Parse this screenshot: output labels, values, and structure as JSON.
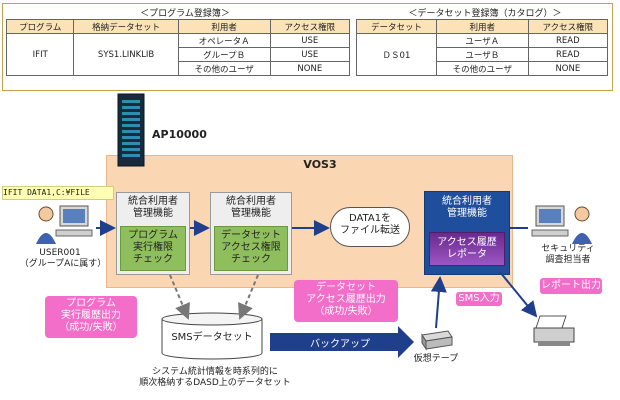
{
  "program_registry": {
    "caption": "＜プログラム登録簿＞",
    "headers": [
      "プログラム",
      "格納データセット",
      "利用者",
      "アクセス権限"
    ],
    "program": "IFIT",
    "dataset": "SYS1.LINKLIB",
    "rows": [
      {
        "user": "オペレータＡ",
        "access": "USE"
      },
      {
        "user": "グループＢ",
        "access": "USE"
      },
      {
        "user": "その他のユーザ",
        "access": "NONE"
      }
    ]
  },
  "dataset_registry": {
    "caption": "＜データセット登録簿（カタログ）＞",
    "headers": [
      "データセット",
      "利用者",
      "アクセス権限"
    ],
    "dataset": "ＤＳ01",
    "rows": [
      {
        "user": "ユーザＡ",
        "access": "READ"
      },
      {
        "user": "ユーザＢ",
        "access": "READ"
      },
      {
        "user": "その他のユーザ",
        "access": "NONE"
      }
    ]
  },
  "server": {
    "label": "AP10000"
  },
  "vos": {
    "title": "VOS3"
  },
  "command": "IFIT DATA1,C:¥FILE",
  "user": {
    "name": "USER001",
    "note": "（グループAに属す）"
  },
  "box1": {
    "top": "統合利用者\n管理機能",
    "inner": "プログラム\n実行権限\nチェック"
  },
  "box2": {
    "top": "統合利用者\n管理機能",
    "inner": "データセット\nアクセス権限\nチェック"
  },
  "transfer": "DATA1を\nファイル転送",
  "box3": {
    "top": "統合利用者\n管理機能",
    "inner": "アクセス履歴\nレポータ"
  },
  "security": {
    "label": "セキュリティ\n調査担当者"
  },
  "callout_program": "プログラム\n実行履歴出力\n（成功/失敗）",
  "callout_dataset": "データセット\nアクセス履歴出力\n（成功/失敗）",
  "sms_input": "SMS入力",
  "report_output": "レポート出力",
  "sms_dataset": {
    "label": "SMSデータセット",
    "note": "システム統計情報を時系列的に\n順次格納するDASD上のデータセット"
  },
  "backup": "バックアップ",
  "virtual_tape": "仮想テープ",
  "colors": {
    "vos_bg": "#fbd6b2",
    "green": "#8fbf5c",
    "blue": "#1f4f9c",
    "purple": "#7a3aa6",
    "pink": "#f26ec8",
    "arrow_blue": "#1f3f8c"
  }
}
